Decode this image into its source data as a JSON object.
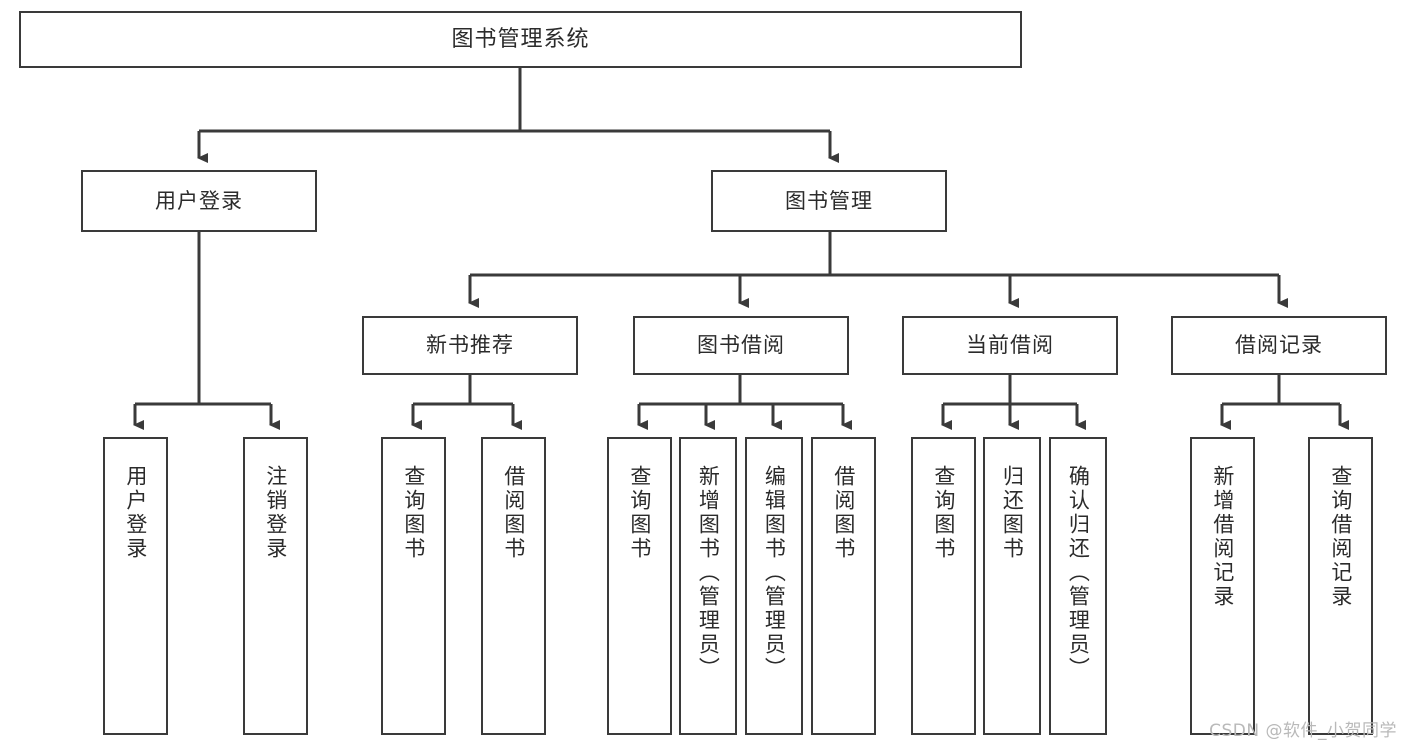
{
  "diagram": {
    "type": "tree",
    "title": "图书管理系统",
    "root": {
      "label": "图书管理系统"
    },
    "level2": [
      {
        "label": "用户登录"
      },
      {
        "label": "图书管理"
      }
    ],
    "level3": [
      {
        "label": "新书推荐"
      },
      {
        "label": "图书借阅"
      },
      {
        "label": "当前借阅"
      },
      {
        "label": "借阅记录"
      }
    ],
    "leaves": {
      "user_login": [
        {
          "label": "用户登录"
        },
        {
          "label": "注销登录"
        }
      ],
      "new_book": [
        {
          "label": "查询图书"
        },
        {
          "label": "借阅图书"
        }
      ],
      "borrow_book": [
        {
          "label": "查询图书"
        },
        {
          "label": "新增图书（管理员）"
        },
        {
          "label": "编辑图书（管理员）"
        },
        {
          "label": "借阅图书"
        }
      ],
      "current_borrow": [
        {
          "label": "查询图书"
        },
        {
          "label": "归还图书"
        },
        {
          "label": "确认归还（管理员）"
        }
      ],
      "borrow_record": [
        {
          "label": "新增借阅记录"
        },
        {
          "label": "查询借阅记录"
        }
      ]
    }
  },
  "watermark": {
    "text": "CSDN @软件_小贺同学"
  },
  "colors": {
    "border": "#3a3a3a",
    "text": "#2b2b2b",
    "background": "#ffffff",
    "watermark": "#b9b9b9"
  }
}
